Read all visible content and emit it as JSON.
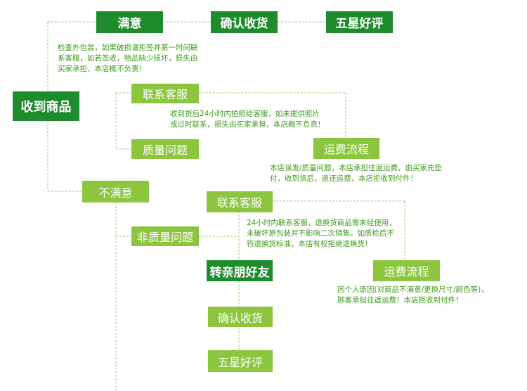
{
  "boxes": {
    "satisfied": "满意",
    "confirm_receipt_top": "确认收货",
    "five_star_top": "五星好评",
    "received_goods": "收到商品",
    "contact_service_1": "联系客服",
    "quality_issue": "质量问题",
    "shipping_process_1": "运费流程",
    "unsatisfied": "不满意",
    "contact_service_2": "联系客服",
    "non_quality_issue": "非质量问题",
    "share_friends": "转亲朋好友",
    "shipping_process_2": "运费流程",
    "confirm_receipt_bottom": "确认收货",
    "five_star_bottom": "五星好评"
  },
  "notes": {
    "check_package": [
      "检查外包装，如果破损请拒签并第一时间联",
      "系客服，如若签收，物品缺少损坏，损失由",
      "买家承担，本店概不负责！"
    ],
    "photo_24h": [
      "收到货后24小时内拍照给客服，如未提供照片",
      "或过时联系，损失由买家承担，本店概不负责！"
    ],
    "shipping_quality": [
      "本店误发/质量问题，本店承担往返运费，由买家先垫",
      "付，收到货后，退还运费，本店拒收到付件！"
    ],
    "non_quality_return": [
      "24小时内联系客服，退换货商品需未经使用，",
      "未破坏原包装并不影响二次销售。如质检后不",
      "符退换货标准，本店有权拒绝退换货！"
    ],
    "personal_reason": [
      "因个人原因(对商品不满意/更换尺寸/颜色等)，",
      "顾客承担往返运费！本店拒收到付件！"
    ]
  },
  "colors": {
    "dark_green": "#1e8b2c",
    "light_green": "#8cc63f",
    "note_text": "#3f9a1c"
  }
}
